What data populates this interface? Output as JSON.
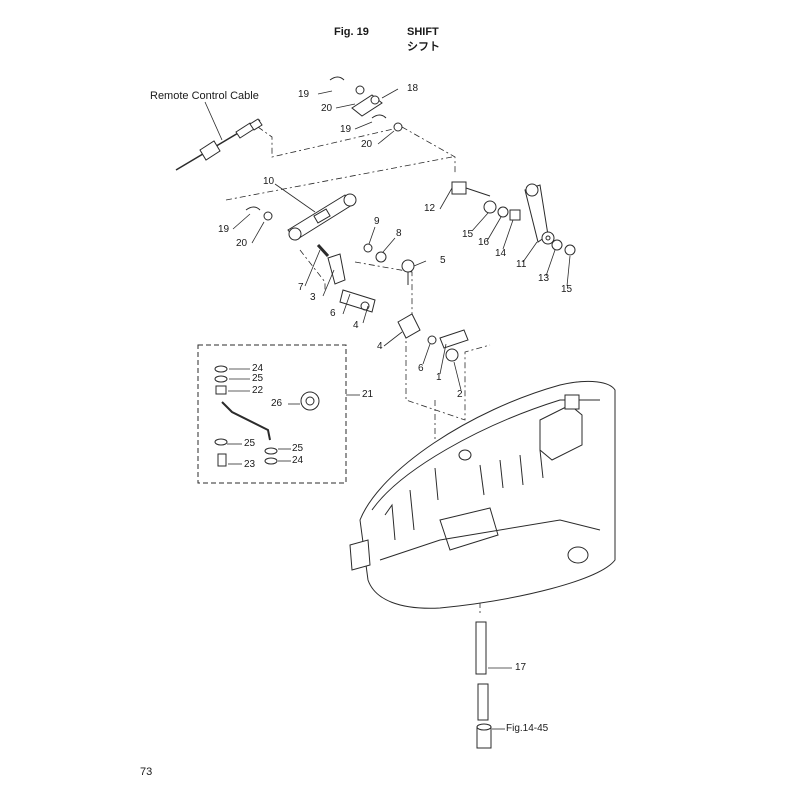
{
  "header": {
    "fig_label": "Fig. 19",
    "title": "SHIFT",
    "subtitle": "シフト"
  },
  "labels": {
    "remote_control_cable": "Remote Control Cable",
    "fig_ref": "Fig.14-45"
  },
  "callouts": [
    "1",
    "2",
    "3",
    "4",
    "4",
    "5",
    "6",
    "6",
    "7",
    "8",
    "9",
    "10",
    "11",
    "12",
    "13",
    "14",
    "15",
    "15",
    "16",
    "17",
    "18",
    "19",
    "19",
    "19",
    "20",
    "20",
    "20",
    "21",
    "22",
    "23",
    "24",
    "24",
    "25",
    "25",
    "25",
    "26"
  ],
  "page_number": "73",
  "colors": {
    "line": "#2b2b2b",
    "background": "#ffffff"
  }
}
